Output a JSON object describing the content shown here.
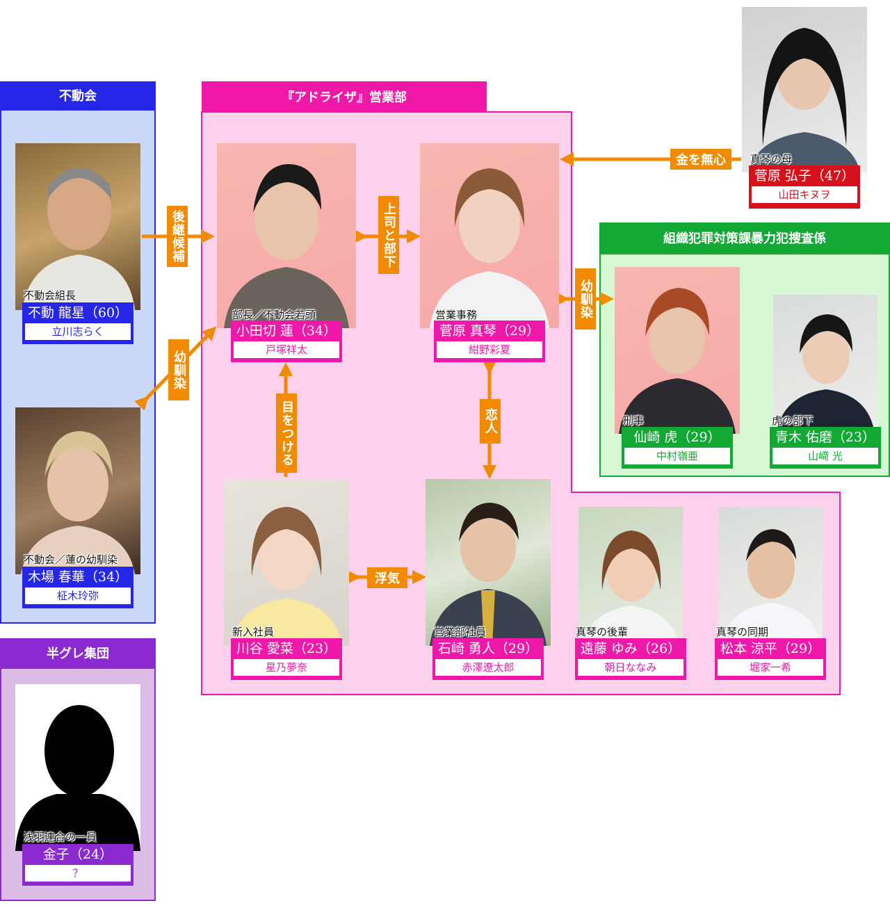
{
  "groups": {
    "fudokai": {
      "title": "不動会",
      "color": "#2626e8"
    },
    "adoraiza": {
      "title": "『アドライザ』営業部",
      "color": "#f018a8"
    },
    "soshiki": {
      "title": "組織犯罪対策課暴力犯捜査係",
      "color": "#11a833"
    },
    "hangure": {
      "title": "半グレ集団",
      "color": "#8a2ad0"
    }
  },
  "people": {
    "fudo": {
      "role": "不動会組長",
      "name": "不動 龍星（60）",
      "actor": "立川志らく"
    },
    "kiba": {
      "role": "不動会／蓮の幼馴染",
      "name": "木場 春華（34）",
      "actor": "柾木玲弥"
    },
    "kaneko": {
      "role": "浅羽連合の一員",
      "name": "金子（24）",
      "actor": "？"
    },
    "odagiri": {
      "role": "部長／不動会若頭",
      "name": "小田切 蓮（34）",
      "actor": "戸塚祥太"
    },
    "sugawara_m": {
      "role": "営業事務",
      "name": "菅原 真琴（29）",
      "actor": "紺野彩夏"
    },
    "kawatani": {
      "role": "新入社員",
      "name": "川谷 愛菜（23）",
      "actor": "星乃夢奈"
    },
    "ishizaki": {
      "role": "営業部社員",
      "name": "石崎 勇人（29）",
      "actor": "赤澤遼太郎"
    },
    "endo": {
      "role": "真琴の後輩",
      "name": "遠藤 ゆみ（26）",
      "actor": "朝日ななみ"
    },
    "matsumoto": {
      "role": "真琴の同期",
      "name": "松本 涼平（29）",
      "actor": "堀家一希"
    },
    "sugawara_h": {
      "role": "真琴の母",
      "name": "菅原 弘子（47）",
      "actor": "山田キヌヲ"
    },
    "senzaki": {
      "role": "刑事",
      "name": "仙崎 虎（29）",
      "actor": "中村嶺亜"
    },
    "aoki": {
      "role": "虎の部下",
      "name": "青木 佑磨（23）",
      "actor": "山﨑 光"
    }
  },
  "relations": {
    "successor": "後継候補",
    "childhood1": "幼馴染",
    "boss": "上司と部下",
    "money": "金を無心",
    "childhood2": "幼馴染",
    "target": "目をつける",
    "lovers": "恋人",
    "affair": "浮気"
  },
  "colors": {
    "arrow": "#f28a00",
    "mother": "#d8101c"
  }
}
